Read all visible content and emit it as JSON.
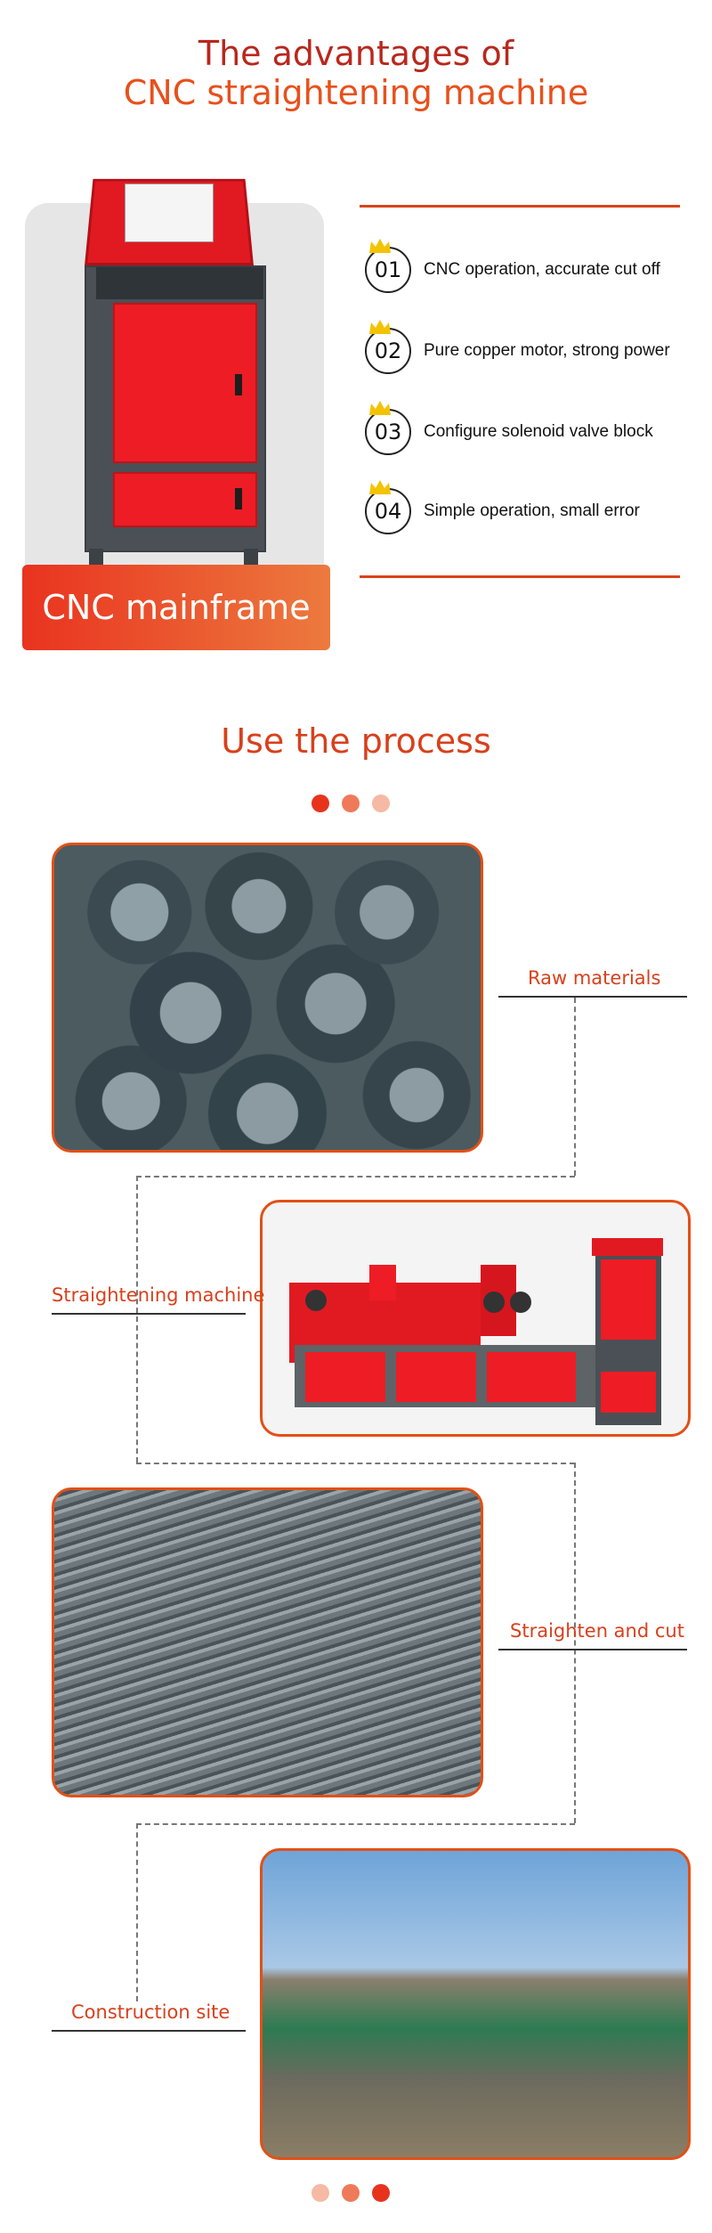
{
  "header": {
    "title_line1": "The advantages of",
    "title_line2": "CNC straightening machine"
  },
  "mainframe": {
    "label": "CNC mainframe"
  },
  "advantages": [
    {
      "num": "01",
      "text": "CNC operation, accurate cut off"
    },
    {
      "num": "02",
      "text": "Pure copper motor, strong power"
    },
    {
      "num": "03",
      "text": "Configure solenoid valve block"
    },
    {
      "num": "04",
      "text": "Simple operation, small error"
    }
  ],
  "process": {
    "title": "Use the process",
    "steps": [
      {
        "label": "Raw materials"
      },
      {
        "label": "Straightening machine"
      },
      {
        "label": "Straighten and cut"
      },
      {
        "label": "Construction site"
      }
    ]
  },
  "colors": {
    "accent": "#d8401c",
    "title_dark": "#b8281e",
    "machine_red": "#ee1c25",
    "dot_1": "#e8331c",
    "dot_2": "#ef7a5a",
    "dot_3": "#f6b9a4"
  }
}
